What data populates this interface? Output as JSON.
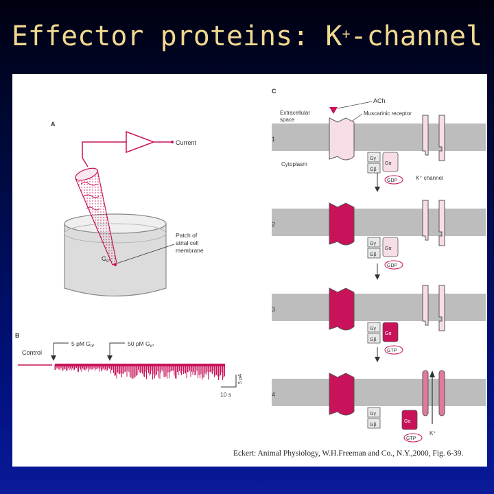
{
  "title": {
    "main": "Effector proteins: K",
    "sup": "+",
    "rest": "-channel"
  },
  "panel_a": {
    "label": "A",
    "current_label": "Current",
    "patch_label_1": "Patch of",
    "patch_label_2": "atrial cell",
    "patch_label_3": "membrane",
    "g_label": "G",
    "g_sub": "α*"
  },
  "panel_b": {
    "label": "B",
    "control_label": "Control",
    "dose1_label": "5 pM G",
    "dose1_sub": "α*",
    "dose2_label": "50 pM G",
    "dose2_sub": "α*",
    "scale_y": "5 pA",
    "scale_x": "10 s"
  },
  "panel_c": {
    "label": "C",
    "ach_label": "ACh",
    "extracellular_1": "Extracellular",
    "extracellular_2": "space",
    "receptor_label": "Muscarinic receptor",
    "cytoplasm_label": "Cytoplasm",
    "channel_label": "K⁺ channel",
    "k_plus_label": "K⁺",
    "steps": [
      "1",
      "2",
      "3",
      "4"
    ],
    "gdp": "GDP",
    "gtp": "GTP",
    "g_gamma": "Gγ",
    "g_beta": "Gβ",
    "g_alpha": "Gα"
  },
  "citation": "Eckert: Animal Physiology, W.H.Freeman and Co., N.Y.,2000, Fig. 6-39.",
  "colors": {
    "title": "#f0d890",
    "magenta": "#c8125a",
    "light_pink": "#f6dde6",
    "membrane": "#b8b8b8"
  }
}
